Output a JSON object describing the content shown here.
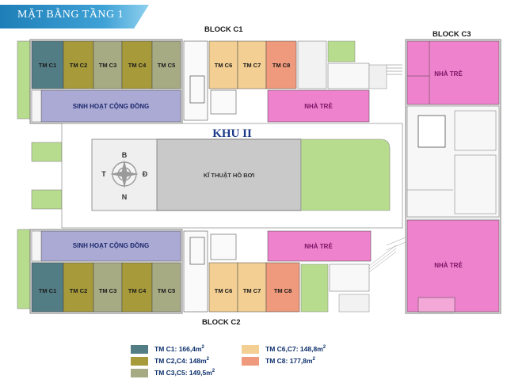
{
  "header": {
    "title": "MẶT BẰNG TẦNG 1"
  },
  "blocks": {
    "c1": "BLOCK C1",
    "c2": "BLOCK C2",
    "c3": "BLOCK C3"
  },
  "zone": "KHU II",
  "rooms": {
    "tm_c1": "TM C1",
    "tm_c2": "TM C2",
    "tm_c3": "TM C3",
    "tm_c4": "TM C4",
    "tm_c5": "TM C5",
    "tm_c6": "TM C6",
    "tm_c7": "TM C7",
    "tm_c8": "TM C8",
    "community": "SINH HOẠT CỘNG ĐỒNG",
    "nursery": "NHÀ TRẺ",
    "pool": "KĨ THUẬT HỒ BƠI"
  },
  "compass": {
    "north": "B",
    "south": "N",
    "west": "T",
    "east": "Đ"
  },
  "legend": [
    {
      "label": "TM C1: 166,4m",
      "color": "#537d85"
    },
    {
      "label": "TM C2,C4: 148m",
      "color": "#a79a3b"
    },
    {
      "label": "TM C3,C5: 149,5m",
      "color": "#a7ab84"
    },
    {
      "label": "TM C6,C7: 148,8m",
      "color": "#f3cf94"
    },
    {
      "label": "TM C8: 177,8m",
      "color": "#ef9a7c"
    }
  ],
  "colors": {
    "c1": "#537d85",
    "c2": "#a79a3b",
    "c3": "#a7ab84",
    "c6": "#f3cf94",
    "c8": "#ef9a7c",
    "community": "#aaaad5",
    "nursery": "#ef82cc",
    "green": "#b7dc8e",
    "title_blue": "#1e7fb8"
  }
}
